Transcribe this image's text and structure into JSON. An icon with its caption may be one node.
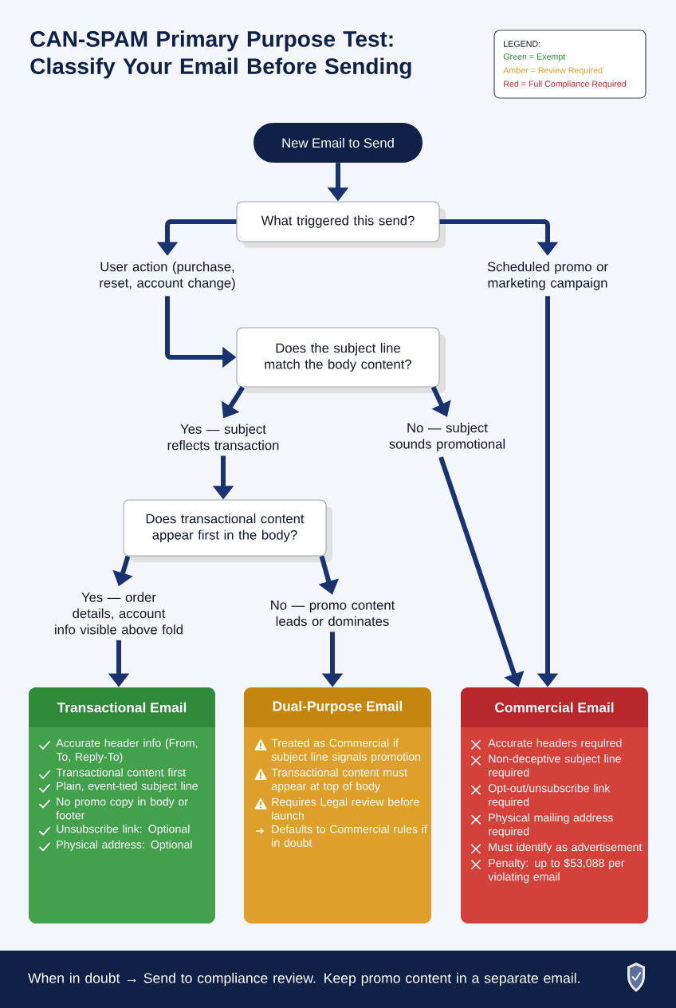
{
  "diagram": {
    "title": "CAN-SPAM Primary Purpose Test: Classify Your Email Before Sending",
    "nodes": [
      {
        "text": [
          "New Email to Send"
        ]
      },
      {
        "text": [
          "What triggered this send?"
        ]
      },
      {
        "text": [
          "User action (purchase, reset, account change)"
        ]
      },
      {
        "text": [
          "Scheduled promo or marketing campaign"
        ]
      },
      {
        "text": [
          "Does the subject line match the body content?"
        ]
      },
      {
        "text": [
          "Yes — subject reflects transaction"
        ]
      },
      {
        "text": [
          "No — subject sounds promotional"
        ]
      },
      {
        "text": [
          "Does transactional content appear first in the body?"
        ]
      },
      {
        "text": [
          "Yes — order details, account info visible above fold"
        ]
      },
      {
        "text": [
          "No — promo content leads or dominates"
        ]
      },
      {
        "text": [
          "Transactional Email",
          "Accurate header info (From, To, Reply-To)",
          "Transactional content first",
          "Plain, event-tied subject line",
          "No promo copy in body or footer",
          "Unsubscribe link: Optional",
          "Physical address: Optional"
        ]
      },
      {
        "text": [
          "Dual-Purpose Email",
          "Treated as Commercial if subject line signals promotion",
          "Transactional content must appear at top of body",
          "Requires Legal review before launch",
          "Defaults to Commercial rules if in doubt"
        ]
      },
      {
        "text": [
          "Commercial Email",
          "Accurate headers requlred",
          "Non-deceptive subject line required",
          "Opt-out/unsubscribe link required",
          "Physical mailing address required",
          "Must identify as advertisement",
          "Penalty: up to $53,088 per violating email"
        ]
      },
      {
        "text": [
          "When in doubt → Send to compliance review. Keep promo content in a separate email."
        ]
      }
    ],
    "edges": [
      {
        "from": 0,
        "to": 1,
        "arrow": "to"
      },
      {
        "from": 1,
        "to": 2,
        "arrow": "to"
      },
      {
        "from": 1,
        "to": 3,
        "arrow": "to"
      },
      {
        "from": 2,
        "to": 4,
        "arrow": "to"
      },
      {
        "from": 4,
        "to": 5,
        "arrow": "to"
      },
      {
        "from": 4,
        "to": 6,
        "arrow": "to"
      },
      {
        "from": 5,
        "to": 7,
        "arrow": "to"
      },
      {
        "from": 7,
        "to": 8,
        "arrow": "to"
      },
      {
        "from": 7,
        "to": 9,
        "arrow": "to"
      },
      {
        "from": 8,
        "to": 10,
        "arrow": "to"
      },
      {
        "from": 9,
        "to": 11,
        "arrow": "to"
      },
      {
        "from": 6,
        "to": 12,
        "arrow": "to"
      },
      {
        "from": 3,
        "to": 12,
        "arrow": "to"
      }
    ],
    "labels": [
      "LEGEND:"
    ],
    "legend": [
      {
        "text": "Green = Exempt",
        "color": "#2e8b3a"
      },
      {
        "text": "Amber = Review Required",
        "color": "#e0a030"
      },
      {
        "text": "Red = Full Compliance Required",
        "color": "#c62828"
      }
    ]
  }
}
